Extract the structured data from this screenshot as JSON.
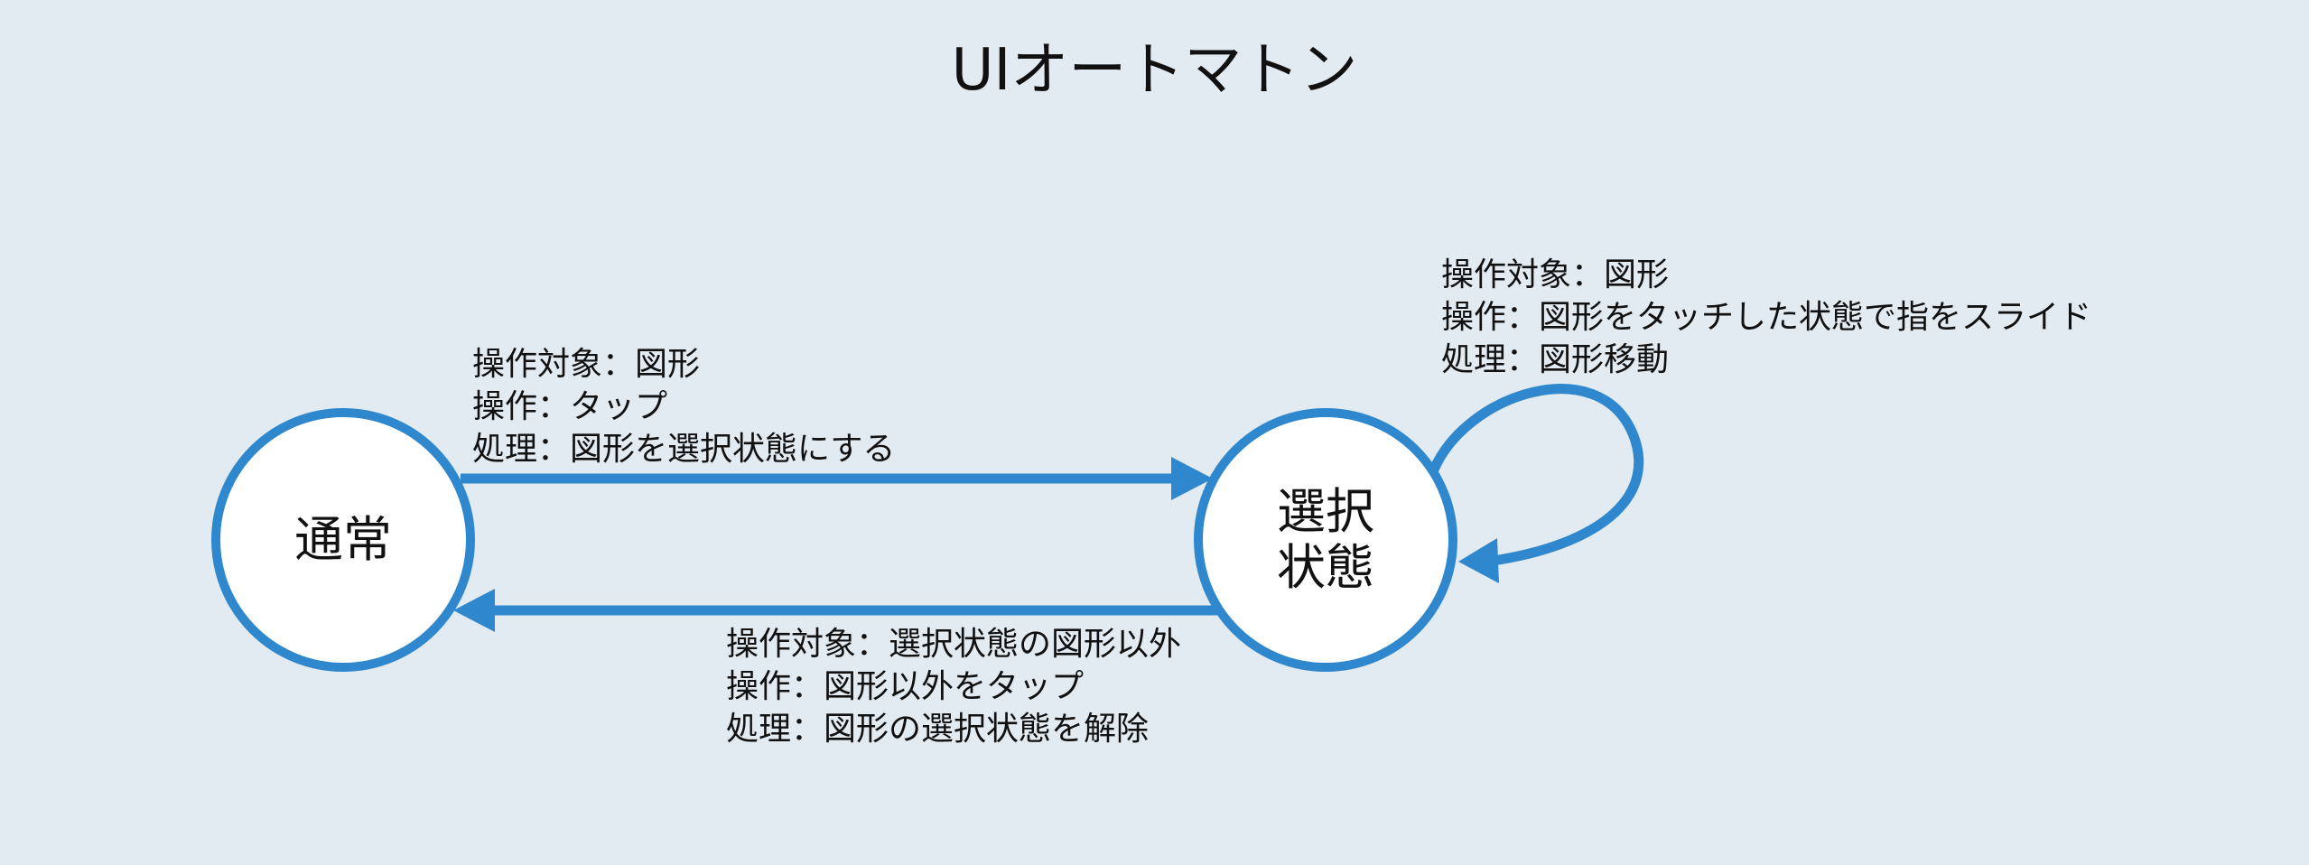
{
  "title": "UIオートマトン",
  "colors": {
    "background": "#e2ebf1",
    "stroke": "#2f87cd",
    "node_fill": "#ffffff",
    "text": "#111111"
  },
  "nodes": {
    "normal": {
      "label": "通常"
    },
    "selected": {
      "label_line1": "選択",
      "label_line2": "状態"
    }
  },
  "edges": {
    "select": {
      "target": "操作対象：図形",
      "operation": "操作：タップ",
      "process": "処理：図形を選択状態にする"
    },
    "move": {
      "target": "操作対象：図形",
      "operation": "操作：図形をタッチした状態で指をスライド",
      "process": "処理：図形移動"
    },
    "deselect": {
      "target": "操作対象：選択状態の図形以外",
      "operation": "操作：図形以外をタップ",
      "process": "処理：図形の選択状態を解除"
    }
  }
}
